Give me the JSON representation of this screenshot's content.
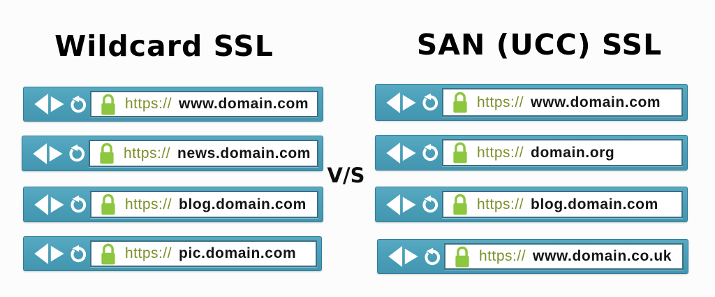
{
  "page": {
    "vs_label": "V/S",
    "background": "#fcfcfc"
  },
  "colors": {
    "bar_teal": "#4B9FB9",
    "bar_border": "#2F7E98",
    "field_border": "#3C6F82",
    "lock_green": "#8DC63F",
    "scheme_green": "#7D8F2A",
    "domain_text": "#141414",
    "heading_text": "#000000",
    "icon_white": "#FFFFFF"
  },
  "icons": {
    "back": "back-triangle-icon",
    "forward": "forward-triangle-icon",
    "refresh": "refresh-arrow-icon",
    "padlock": "padlock-icon"
  },
  "columns": [
    {
      "title": "Wildcard SSL",
      "bars": [
        {
          "scheme": "https://",
          "domain": "www.domain.com"
        },
        {
          "scheme": "https://",
          "domain": "news.domain.com"
        },
        {
          "scheme": "https://",
          "domain": "blog.domain.com"
        },
        {
          "scheme": "https://",
          "domain": "pic.domain.com"
        }
      ]
    },
    {
      "title": "SAN (UCC) SSL",
      "bars": [
        {
          "scheme": "https://",
          "domain": "www.domain.com"
        },
        {
          "scheme": "https://",
          "domain": "domain.org"
        },
        {
          "scheme": "https://",
          "domain": "blog.domain.com"
        },
        {
          "scheme": "https://",
          "domain": "www.domain.co.uk"
        }
      ]
    }
  ]
}
